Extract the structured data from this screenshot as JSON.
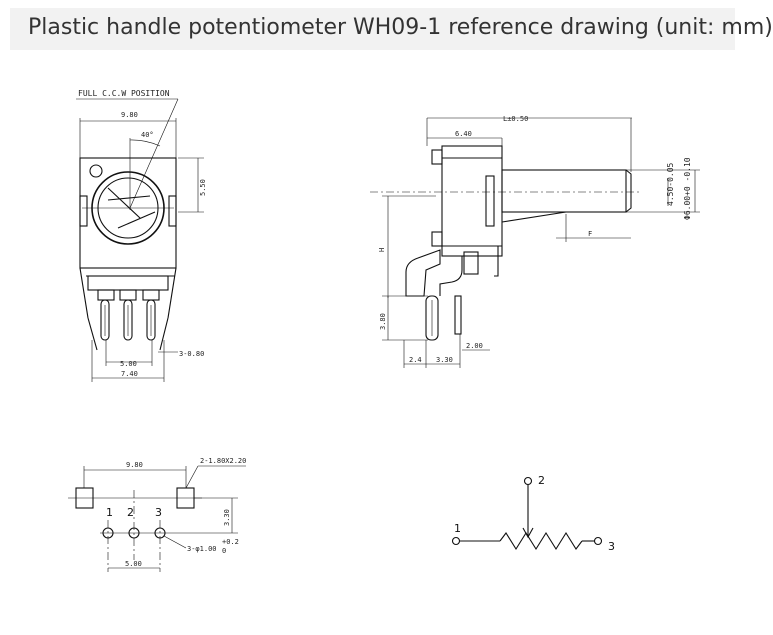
{
  "title": "Plastic handle potentiometer WH09-1 reference drawing (unit: mm)",
  "front_view": {
    "note": "FULL C.C.W POSITION",
    "width": "9.80",
    "angle": "40°",
    "height_top": "5.50",
    "pin_pitch": "5.00",
    "pin_span": "7.40",
    "pin_width": "3-0.80"
  },
  "side_view": {
    "L": "L±0.50",
    "body_depth": "6.40",
    "shaft_d1": "4.50-0.05",
    "shaft_d2": "Φ6.00+0 -0.10",
    "F": "F",
    "H": "H",
    "pin_height": "3.80",
    "pin_offset": "2.4",
    "pin_spacing": "3.30",
    "tab": "2.00"
  },
  "footprint": {
    "width": "9.80",
    "slot": "2-1.80X2.20",
    "row_offset": "3.30",
    "hole": "3-φ1.00",
    "hole_tol_plus": "+0.2",
    "hole_tol_zero": "0",
    "pitch": "5.00",
    "pins": [
      "1",
      "2",
      "3"
    ]
  },
  "schematic": {
    "pins": [
      "1",
      "2",
      "3"
    ]
  }
}
